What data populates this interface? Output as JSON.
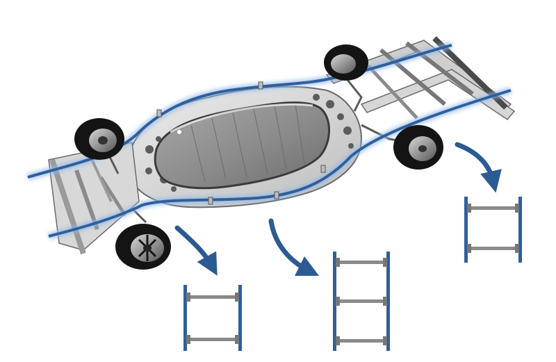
{
  "scene": {
    "subject": "chassis",
    "icons": [
      "wheel-icon",
      "arrow-icon",
      "ladder-frame-icon"
    ]
  },
  "colors": {
    "background": "#ffffff",
    "frame_rail_blue": "#2f5f9c",
    "frame_rail_glow": "#8fb8ea",
    "arrow_blue": "#2c5a93",
    "crossmember_gray": "#8a8a8a",
    "battery_gray": "#8b8b8b",
    "chassis_light": "#dcdcdc",
    "chassis_dark": "#5c5c5c",
    "tire_black": "#141414"
  },
  "frame_sections": [
    {
      "name": "front-section",
      "crossmembers": 2
    },
    {
      "name": "middle-section",
      "crossmembers": 3
    },
    {
      "name": "rear-section",
      "crossmembers": 2
    }
  ]
}
